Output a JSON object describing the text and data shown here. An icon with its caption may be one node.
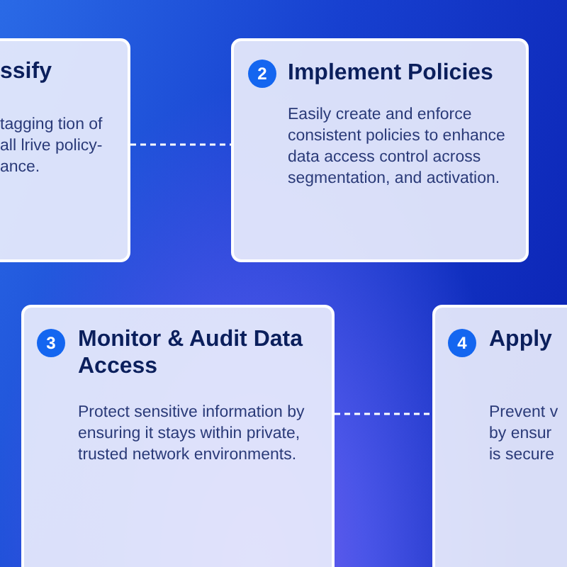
{
  "diagram": {
    "nodes": [
      {
        "text": [
          "ssify",
          "tagging tion of all lrive policy- ance."
        ]
      },
      {
        "text": [
          "2",
          "Implement Policies",
          "Easily create and enforce consistent policies to enhance data access control across segmentation, and activation."
        ]
      },
      {
        "text": [
          "3",
          "Monitor & Audit Data Access",
          "Protect sensitive information by ensuring it stays within private, trusted network environments."
        ]
      },
      {
        "text": [
          "4",
          "Apply",
          "Prevent v by ensur is secure"
        ]
      }
    ],
    "edges": [
      {
        "from": 0,
        "to": 1,
        "arrow": "none",
        "style": "dashed"
      },
      {
        "from": 2,
        "to": 3,
        "arrow": "none",
        "style": "dashed"
      }
    ]
  }
}
